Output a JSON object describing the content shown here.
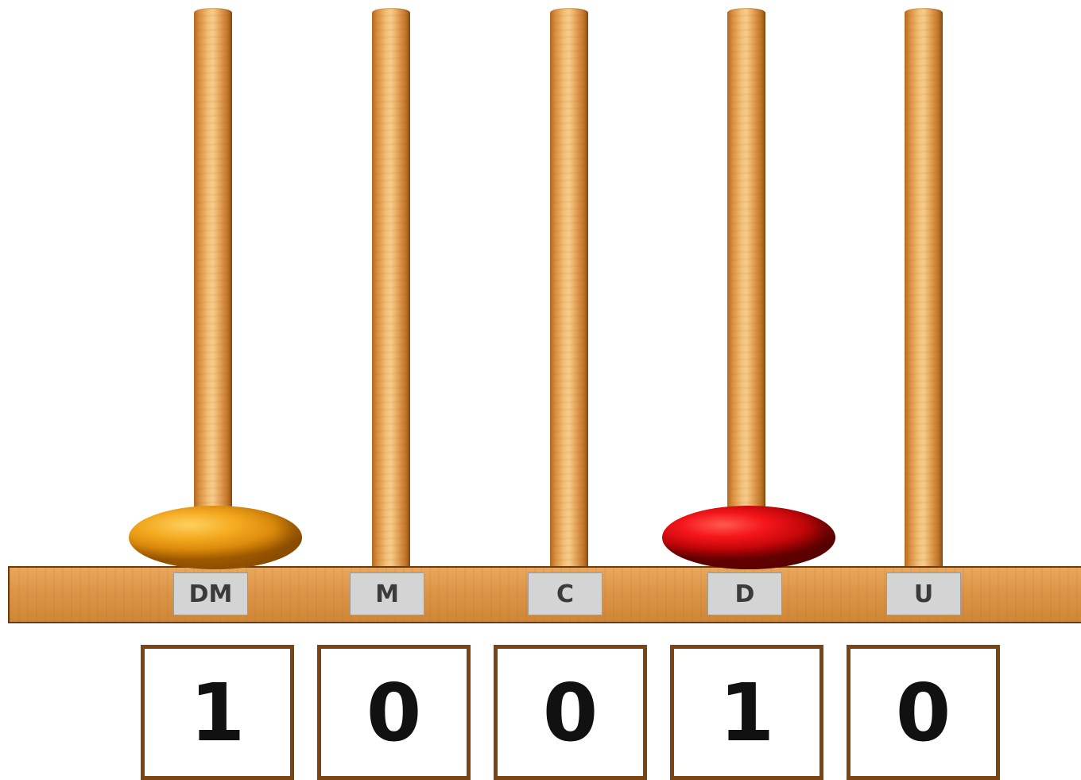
{
  "abacus": {
    "columns": [
      {
        "place": "DM",
        "digit": "1",
        "bead_count": 1,
        "bead_color": "#f2a41d"
      },
      {
        "place": "M",
        "digit": "0",
        "bead_count": 0,
        "bead_color": ""
      },
      {
        "place": "C",
        "digit": "0",
        "bead_count": 0,
        "bead_color": ""
      },
      {
        "place": "D",
        "digit": "1",
        "bead_count": 1,
        "bead_color": "#e6191a"
      },
      {
        "place": "U",
        "digit": "0",
        "bead_count": 0,
        "bead_color": ""
      }
    ]
  },
  "colors": {
    "wood": "#dc9548",
    "wood_dark": "#7a4512",
    "label_bg": "#d4d4d4",
    "label_text": "#3b3b3b"
  }
}
